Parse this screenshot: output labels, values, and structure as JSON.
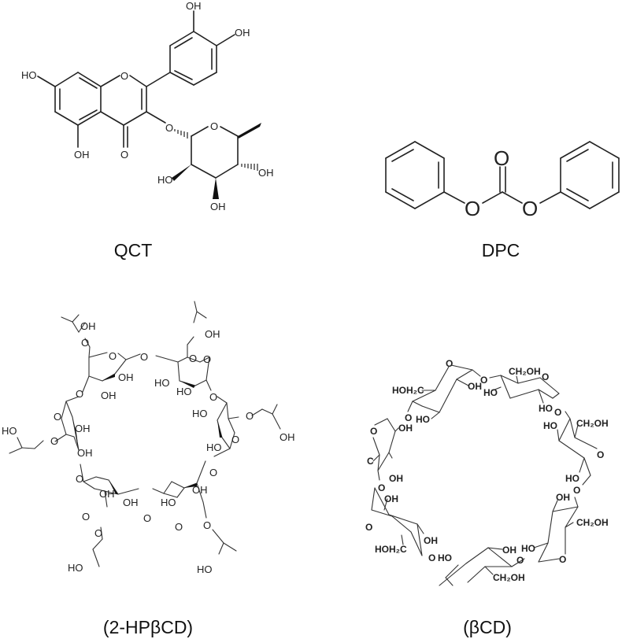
{
  "figure": {
    "panels": [
      {
        "id": "qct",
        "caption": "QCT",
        "atom_labels": {
          "oh_top": "OH",
          "oh_right": "OH",
          "ho_left": "HO",
          "ring_o": "O",
          "oh_bottom": "OH",
          "carbonyl_o": "O",
          "glyco_o": "O",
          "sugar_ring_o": "O",
          "sugar_ho_left": "HO",
          "sugar_oh_bottom": "OH",
          "sugar_oh_right": "OH"
        }
      },
      {
        "id": "dpc",
        "caption": "DPC",
        "atom_labels": {
          "carbonyl_o": "O",
          "ester_o_left": "O",
          "ester_o_right": "O"
        }
      },
      {
        "id": "hpbcd",
        "caption": "(2-HPβCD)",
        "atom_labels": {
          "oh": "OH",
          "ho": "HO",
          "o": "O"
        }
      },
      {
        "id": "bcd",
        "caption": "(βCD)",
        "atom_labels": {
          "oh": "OH",
          "ho": "HO",
          "o": "O",
          "ch2oh": "CH₂OH",
          "hoh2c": "HOH₂C",
          "c": "C"
        }
      }
    ]
  }
}
